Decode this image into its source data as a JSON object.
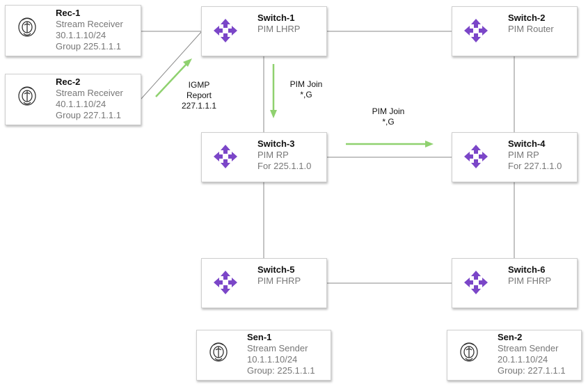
{
  "colors": {
    "link": "#8a8a8a",
    "flow": "#8fd16f",
    "switch_icon": "#7b46c8"
  },
  "switches": [
    {
      "id": "sw1",
      "title": "Switch-1",
      "lines": [
        "PIM LHRP"
      ],
      "icon": "switch-arrows-icon"
    },
    {
      "id": "sw2",
      "title": "Switch-2",
      "lines": [
        "PIM Router"
      ],
      "icon": "switch-arrows-icon"
    },
    {
      "id": "sw3",
      "title": "Switch-3",
      "lines": [
        "PIM RP",
        "For 225.1.1.0"
      ],
      "icon": "switch-arrows-icon"
    },
    {
      "id": "sw4",
      "title": "Switch-4",
      "lines": [
        "PIM RP",
        "For 227.1.1.0"
      ],
      "icon": "switch-arrows-icon"
    },
    {
      "id": "sw5",
      "title": "Switch-5",
      "lines": [
        "PIM FHRP"
      ],
      "icon": "switch-arrows-icon"
    },
    {
      "id": "sw6",
      "title": "Switch-6",
      "lines": [
        "PIM FHRP"
      ],
      "icon": "switch-arrows-icon"
    }
  ],
  "hosts": [
    {
      "id": "rec1",
      "title": "Rec-1",
      "lines": [
        "Stream Receiver",
        "30.1.1.10/24",
        "Group 225.1.1.1"
      ],
      "icon": "host-circle-icon"
    },
    {
      "id": "rec2",
      "title": "Rec-2",
      "lines": [
        "Stream Receiver",
        "40.1.1.10/24",
        "Group 227.1.1.1"
      ],
      "icon": "host-circle-icon"
    },
    {
      "id": "sen1",
      "title": "Sen-1",
      "lines": [
        "Stream Sender",
        "10.1.1.10/24",
        "Group: 225.1.1.1"
      ],
      "icon": "host-circle-icon"
    },
    {
      "id": "sen2",
      "title": "Sen-2",
      "lines": [
        "Stream Sender",
        "20.1.1.10/24",
        "Group: 227.1.1.1"
      ],
      "icon": "host-circle-icon"
    }
  ],
  "annotations": {
    "igmp": [
      "IGMP",
      "Report",
      "227.1.1.1"
    ],
    "pim_join_1": [
      "PIM Join",
      "*,G"
    ],
    "pim_join_2": [
      "PIM Join",
      "*,G"
    ]
  }
}
